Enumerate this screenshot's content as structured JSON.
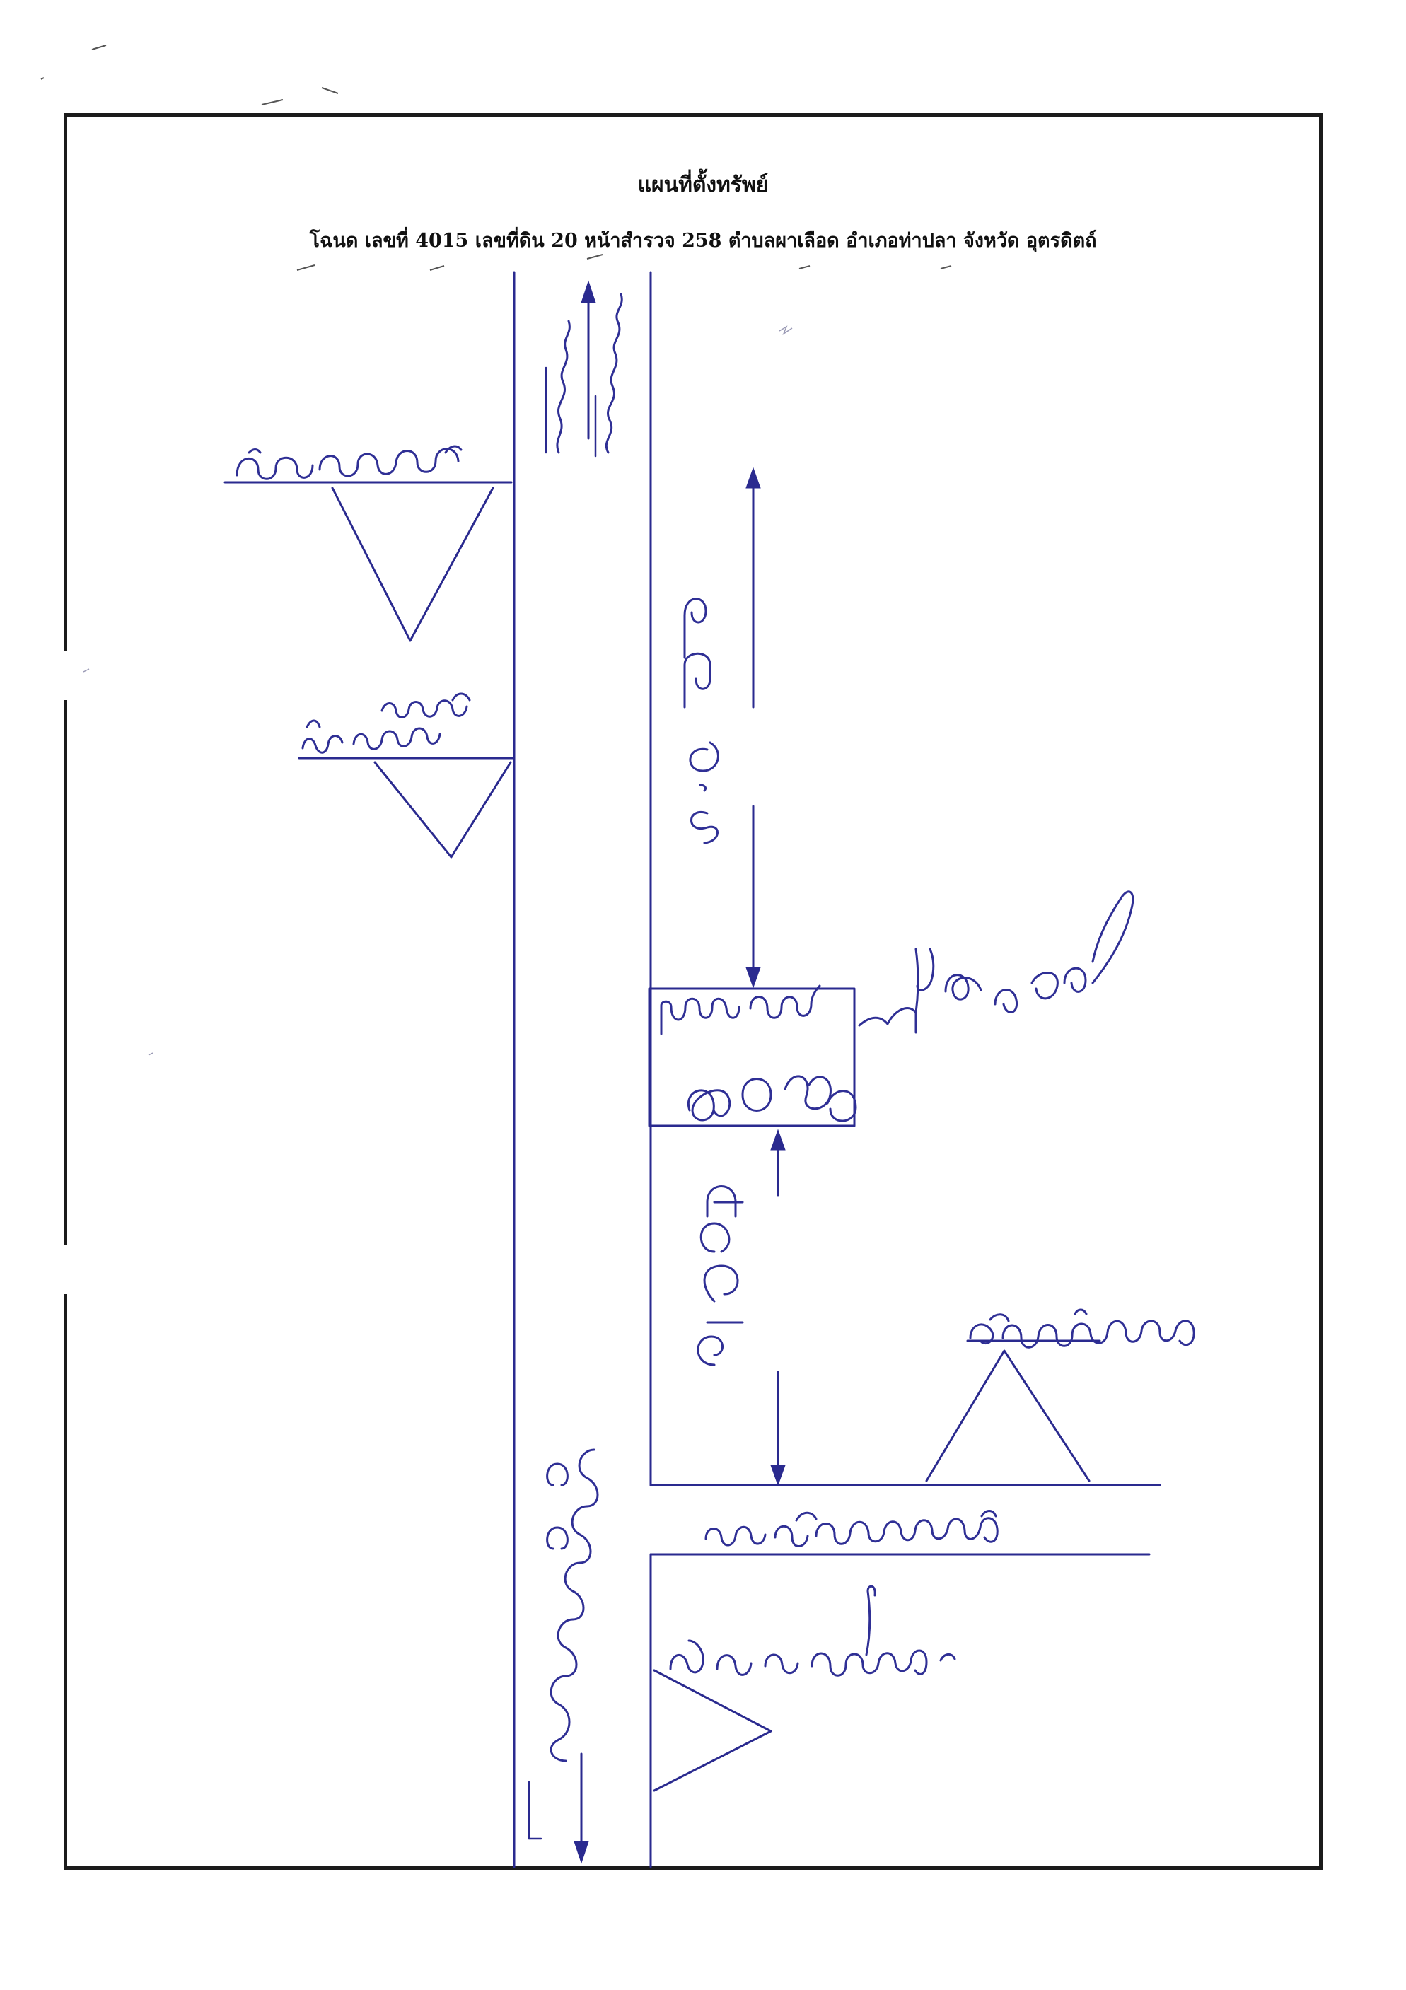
{
  "map": {
    "title": "แผนที่ตั้งทรัพย์",
    "subtitle": "โฉนด เลขที่  4015   เลขที่ดิน  20   หน้าสำรวจ   258   ตำบลผาเลือด   อำเภอท่าปลา   จังหวัด อุตรดิตถ์"
  },
  "handwritten_labels": [
    "top-road-direction-label",
    "top-left-landmark-label",
    "mid-left-landmark-label",
    "upper-distance-label",
    "parcel-label",
    "property-label",
    "lower-distance-label",
    "temple-label",
    "side-road-label",
    "bottom-road-direction-label",
    "shop-label"
  ],
  "colors": {
    "ink": "#2a2a8f",
    "frame": "#1b1b1b",
    "text": "#111111"
  }
}
